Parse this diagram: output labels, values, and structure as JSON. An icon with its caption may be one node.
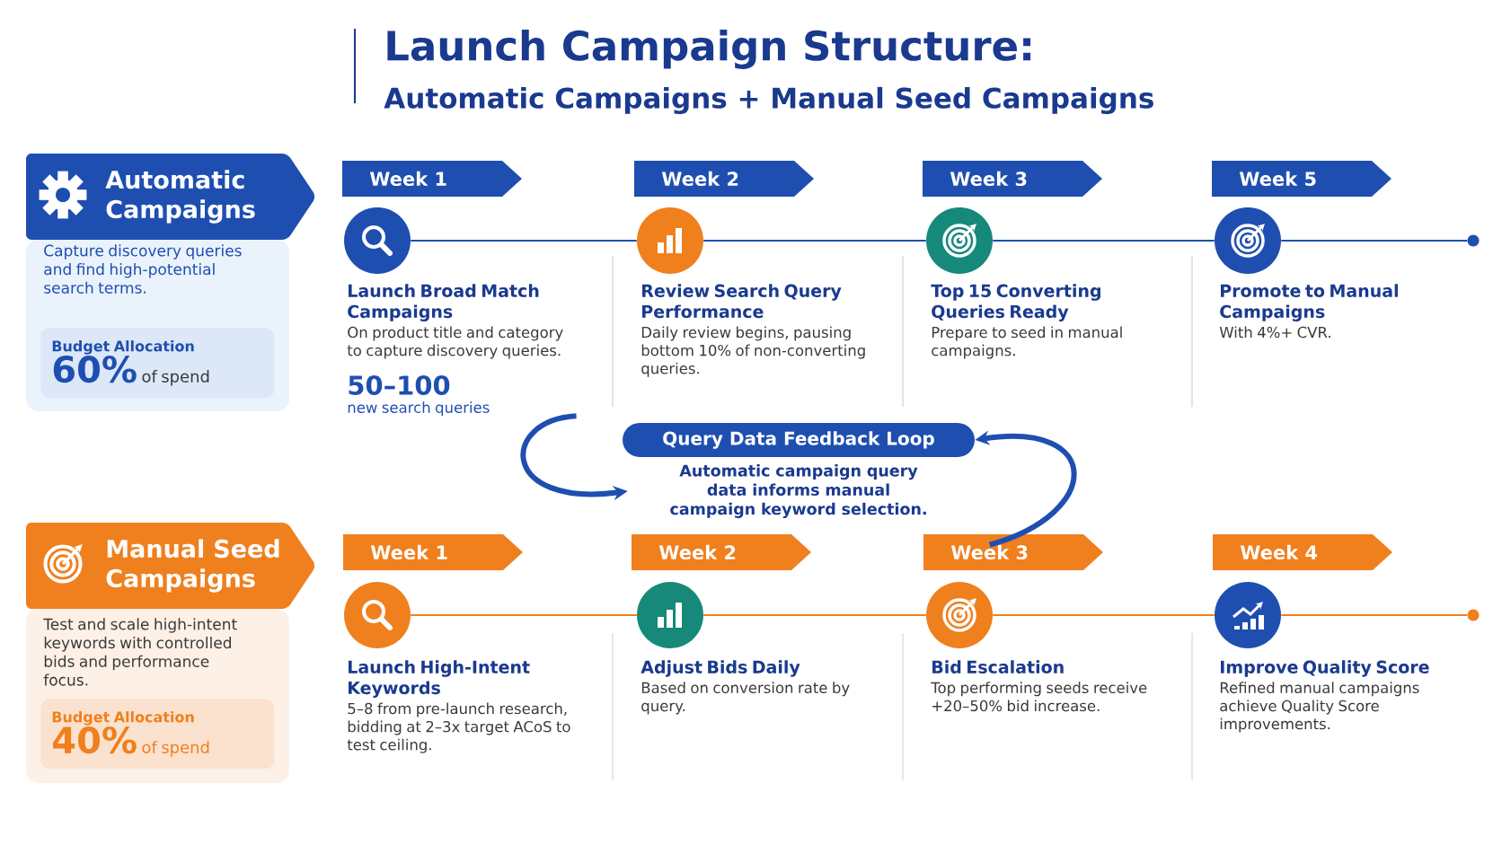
{
  "diagram": {
    "title": "Launch Campaign Structure:",
    "labels": [
      "Automatic Campaigns + Manual Seed Campaigns"
    ],
    "nodes": [
      {
        "text": [
          "Automatic Campaigns"
        ]
      },
      {
        "text": [
          "Capture discovery queries and find high-potential search terms."
        ]
      },
      {
        "text": [
          "Budget Allocation",
          "60%",
          "of spend"
        ],
        "in": 1
      },
      {
        "text": [
          "Week 1"
        ]
      },
      {
        "text": [
          "Week 2"
        ]
      },
      {
        "text": [
          "Week 3"
        ]
      },
      {
        "text": [
          "Week 5"
        ]
      },
      {
        "text": [],
        "shape": "circle"
      },
      {
        "text": [],
        "shape": "circle"
      },
      {
        "text": [],
        "shape": "circle"
      },
      {
        "text": [],
        "shape": "circle"
      },
      {
        "text": [],
        "shape": "circle"
      },
      {
        "text": [
          "Launch Broad Match Campaigns",
          "On product title and category to capture discovery queries.",
          "50–100",
          "new search queries"
        ]
      },
      {
        "text": [
          "Review Search Query Performance",
          "Daily review begins, pausing bottom 10% of non-converting queries."
        ]
      },
      {
        "text": [
          "Top 15 Converting Queries Ready",
          "Prepare to seed in manual campaigns."
        ]
      },
      {
        "text": [
          "Promote to Manual Campaigns",
          "With 4%+ CVR."
        ]
      },
      {
        "text": [
          "Query Data Feedback Loop"
        ]
      },
      {
        "text": [
          "Automatic campaign query data informs manual campaign keyword selection."
        ]
      },
      {
        "text": [
          "Manual Seed Campaigns"
        ]
      },
      {
        "text": [
          "Test and scale high-intent keywords with controlled bids and performance focus."
        ]
      },
      {
        "text": [
          "Budget Allocation",
          "40%",
          "of spend"
        ],
        "in": 19
      },
      {
        "text": [
          "Week 1"
        ]
      },
      {
        "text": [
          "Week 2"
        ]
      },
      {
        "text": [
          "Week 3"
        ]
      },
      {
        "text": [
          "Week 4"
        ]
      },
      {
        "text": [],
        "shape": "circle"
      },
      {
        "text": [],
        "shape": "circle"
      },
      {
        "text": [],
        "shape": "circle"
      },
      {
        "text": [],
        "shape": "circle"
      },
      {
        "text": [],
        "shape": "circle"
      },
      {
        "text": [
          "Launch High-Intent Keywords",
          "5–8 from pre-launch research, bidding at 2–3x target ACoS to test ceiling."
        ]
      },
      {
        "text": [
          "Adjust Bids Daily",
          "Based on conversion rate by query."
        ]
      },
      {
        "text": [
          "Bid Escalation",
          "Top performing seeds receive +20–50% bid increase."
        ]
      },
      {
        "text": [
          "Improve Quality Score",
          "Refined manual campaigns achieve Quality Score improvements."
        ]
      }
    ],
    "edges": [
      {
        "from": 7,
        "to": 8,
        "arrow": "none",
        "color": "#1e4fb0"
      },
      {
        "from": 8,
        "to": 9,
        "arrow": "none",
        "color": "#1e4fb0"
      },
      {
        "from": 9,
        "to": 10,
        "arrow": "none",
        "color": "#1e4fb0"
      },
      {
        "from": 10,
        "to": 11,
        "arrow": "none",
        "color": "#1e4fb0"
      },
      {
        "from": 12,
        "to": 17,
        "arrow": "to",
        "style": "thick",
        "color": "#1e4fb0"
      },
      {
        "from": 23,
        "to": 16,
        "arrow": "to",
        "style": "thick",
        "color": "#1e4fb0"
      },
      {
        "from": 25,
        "to": 26,
        "arrow": "none",
        "color": "#f07f1e"
      },
      {
        "from": 26,
        "to": 27,
        "arrow": "none",
        "color": "#f07f1e"
      },
      {
        "from": 27,
        "to": 28,
        "arrow": "none",
        "color": "#f07f1e"
      },
      {
        "from": 28,
        "to": 29,
        "arrow": "none",
        "color": "#f07f1e"
      }
    ]
  }
}
